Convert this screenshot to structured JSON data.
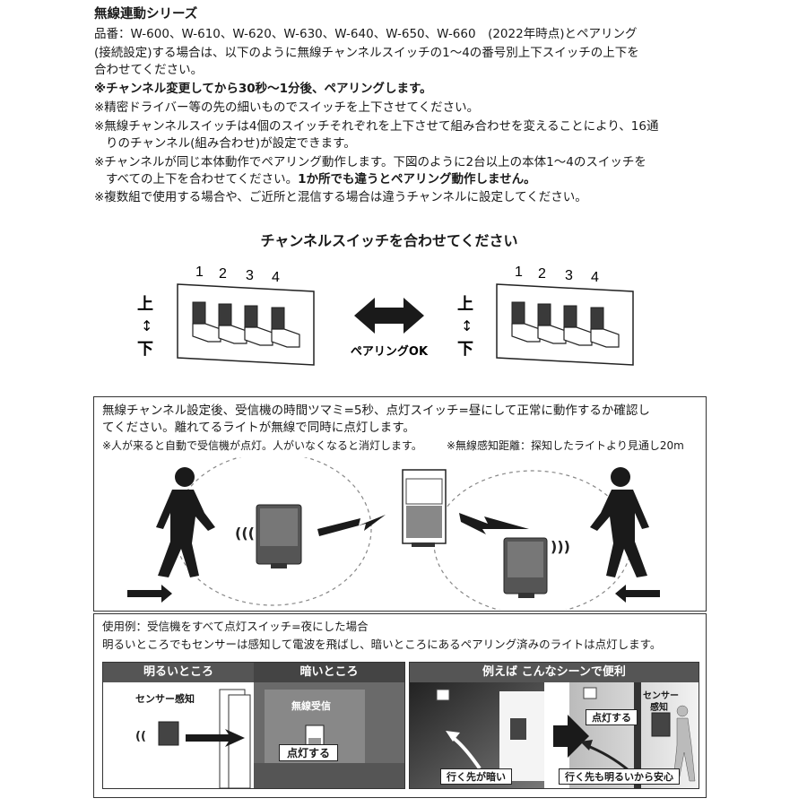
{
  "top": {
    "title": "無線連動シリーズ",
    "lines": [
      "品番：W-600、W-610、W-620、W-630、W-640、W-650、W-660　(2022年時点)とペアリング",
      "(接続設定)する場合は、以下のように無線チャンネルスイッチの1～4の番号別上下スイッチの上下を",
      "合わせてください。"
    ],
    "note_bold": "※チャンネル変更してから30秒～1分後、ペアリングします。",
    "note2": "※精密ドライバー等の先の細いものでスイッチを上下させてください。",
    "note3_a": "※無線チャンネルスイッチは4個のスイッチそれぞれを上下させて組み合わせを変えることにより、16通",
    "note3_b": "りのチャンネル(組み合わせ)が設定できます。",
    "note4_a": "※チャンネルが同じ本体動作でペアリング動作します。下図のように2台以上の本体1～4のスイッチを",
    "note4_b_normal": "すべての上下を合わせてください。",
    "note4_b_bold": "1か所でも違うとペアリング動作しません。",
    "note5": "※複数組で使用する場合や、ご近所と混信する場合は違うチャンネルに設定してください。"
  },
  "switch_section": {
    "heading": "チャンネルスイッチを合わせてください",
    "numbers": [
      "1",
      "2",
      "3",
      "4"
    ],
    "up": "上",
    "arrow": "↕",
    "down": "下",
    "pairing": "ペアリングOK"
  },
  "box1": {
    "line1": "無線チャンネル設定後、受信機の時間ツマミ=5秒、点灯スイッチ=昼にして正常に動作するか確認し",
    "line2": "てください。離れてるライトが無線で同時に点灯します。",
    "note_left": "※人が来ると自動で受信機が点灯。人がいなくなると消灯します。",
    "note_right": "※無線感知距離：探知したライトより見通し20m"
  },
  "box2": {
    "line1": "使用例：受信機をすべて点灯スイッチ=夜にした場合",
    "line2": "明るいところでもセンサーは感知して電波を飛ばし、暗いところにあるペアリング済みのライトは点灯します。",
    "panel_left": {
      "header_bright": "明るいところ",
      "header_dark": "暗いところ",
      "sensor_label": "センサー感知",
      "receive_label": "無線受信",
      "lit_label": "点灯する"
    },
    "panel_right": {
      "header": "例えば こんなシーンで便利",
      "lit_label": "点灯する",
      "sensor_label_1": "センサー",
      "sensor_label_2": "感知",
      "caption_left": "行く先が暗い",
      "caption_right": "行く先も明るいから安心"
    }
  }
}
